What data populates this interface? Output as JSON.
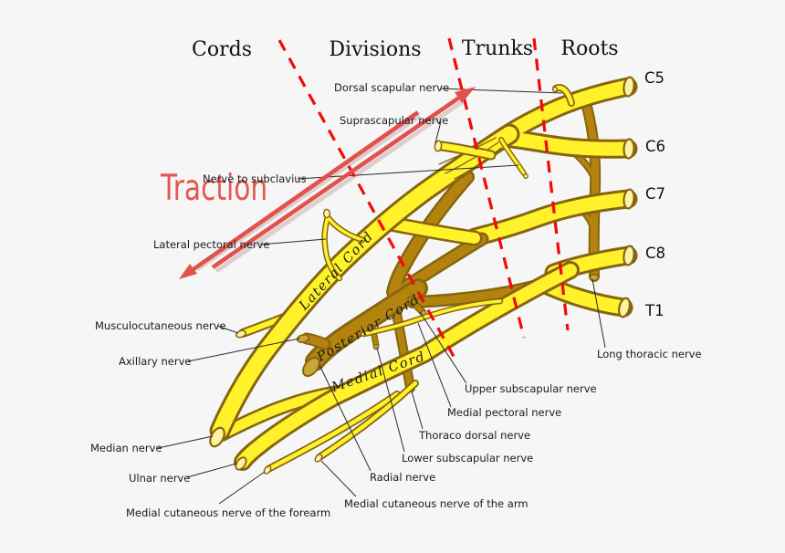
{
  "figure": {
    "description": "Brachial plexus diagram with traction injury annotation"
  },
  "annotation": {
    "label": "Traction"
  },
  "regions": [
    {
      "label": "Cords"
    },
    {
      "label": "Divisions"
    },
    {
      "label": "Trunks"
    },
    {
      "label": "Roots"
    }
  ],
  "roots": [
    {
      "label": "C5"
    },
    {
      "label": "C6"
    },
    {
      "label": "C7"
    },
    {
      "label": "C8"
    },
    {
      "label": "T1"
    }
  ],
  "cords": [
    {
      "label": "Lateral Cord"
    },
    {
      "label": "Posterior Cord"
    },
    {
      "label": "Medial Cord"
    }
  ],
  "nerves": [
    {
      "label": "Dorsal scapular nerve"
    },
    {
      "label": "Suprascapular nerve"
    },
    {
      "label": "Nerve to subclavius"
    },
    {
      "label": "Lateral pectoral nerve"
    },
    {
      "label": "Musculocutaneous nerve"
    },
    {
      "label": "Axillary nerve"
    },
    {
      "label": "Median nerve"
    },
    {
      "label": "Ulnar nerve"
    },
    {
      "label": "Medial cutaneous nerve of the forearm"
    },
    {
      "label": "Medial cutaneous nerve of the arm"
    },
    {
      "label": "Radial nerve"
    },
    {
      "label": "Lower subscapular nerve"
    },
    {
      "label": "Thoraco dorsal nerve"
    },
    {
      "label": "Medial pectoral nerve"
    },
    {
      "label": "Upper subscapular nerve"
    },
    {
      "label": "Long thoracic nerve"
    }
  ],
  "colors": {
    "background": "#f6f6f6",
    "nerve_yellow": "#fff22b",
    "nerve_outline": "#85650f",
    "posterior_brown": "#b3830d",
    "cap_yellow": "#fdf3a0",
    "cap_brown": "#c9a53a",
    "annotation_red": "#e0352c",
    "arrow_red": "#e2524c",
    "dashed_red": "#f50808",
    "label_black": "#1a1a1a"
  }
}
